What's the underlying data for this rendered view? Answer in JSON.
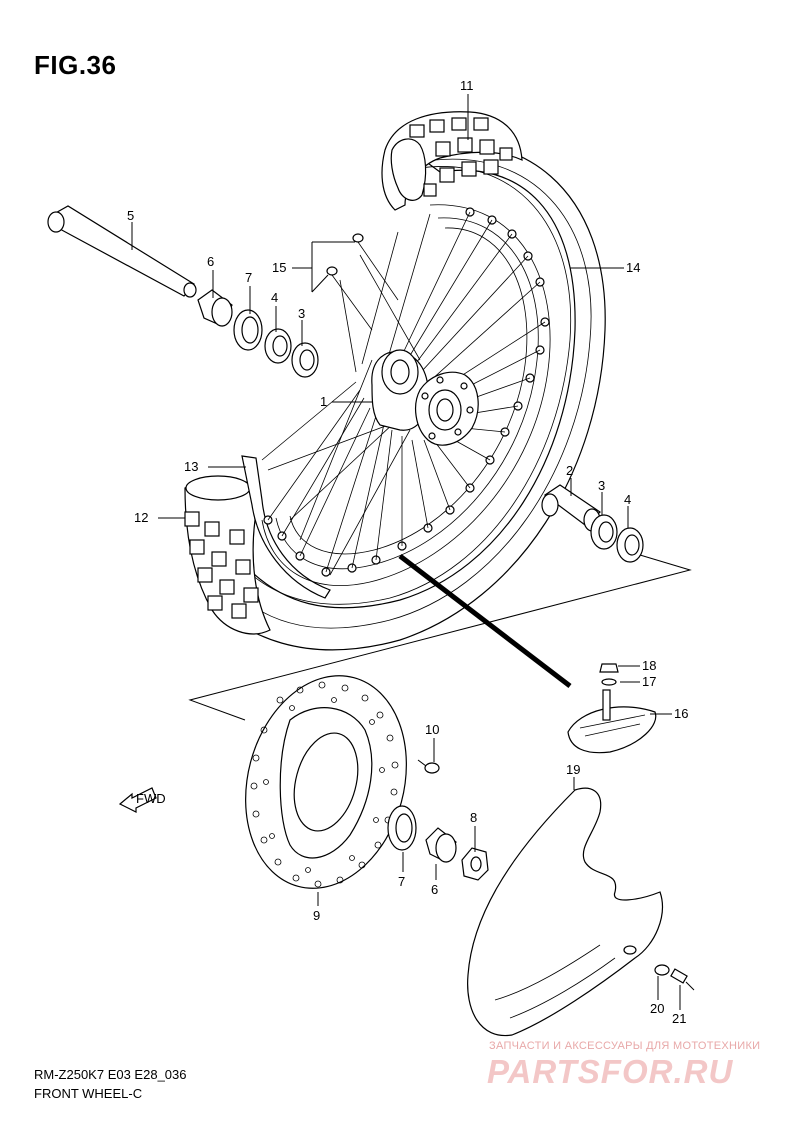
{
  "figure": {
    "title": "FIG.36",
    "model_code": "RM-Z250K7 E03 E28_036",
    "subtitle": "FRONT WHEEL-C"
  },
  "callouts": [
    "1",
    "2",
    "3",
    "4",
    "5",
    "6",
    "7",
    "8",
    "9",
    "10",
    "11",
    "12",
    "13",
    "14",
    "15",
    "16",
    "17",
    "18",
    "19",
    "20",
    "21"
  ],
  "callouts_dup": {
    "c3b": "3",
    "c4b": "4",
    "c6b": "6",
    "c7b": "7"
  },
  "fwd_marker": "FWD",
  "watermark": {
    "tagline": "ЗАПЧАСТИ И АКСЕССУАРЫ ДЛЯ МОТОТЕХНИКИ",
    "logo": "PARTSFOR.RU"
  }
}
